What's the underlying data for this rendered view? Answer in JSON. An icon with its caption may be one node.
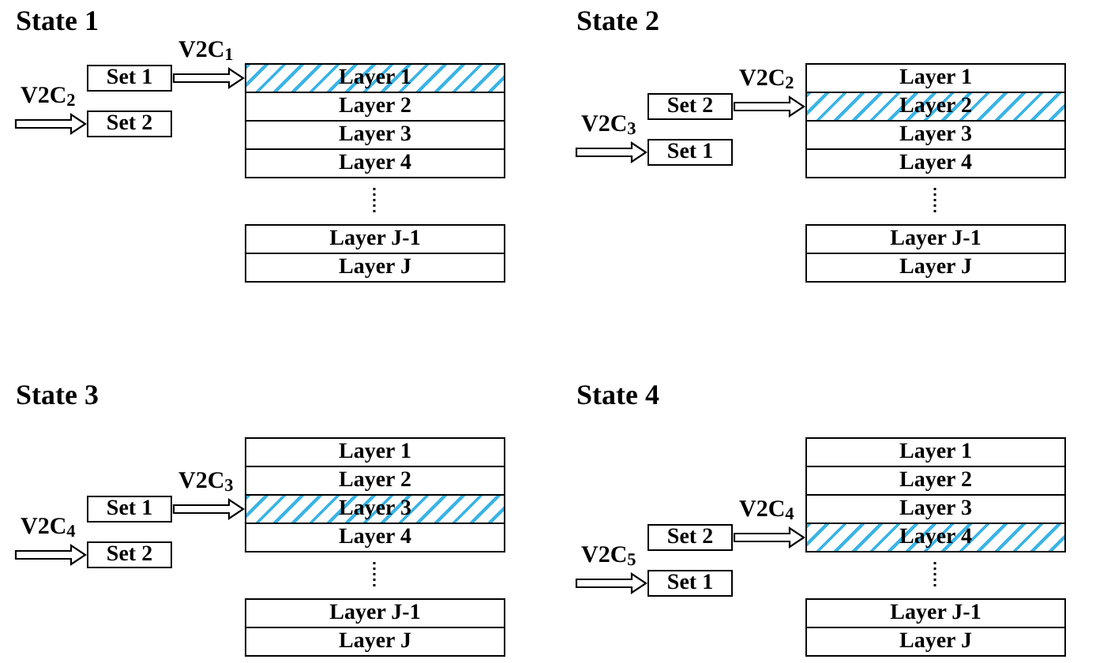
{
  "diagram": {
    "nodes": [
      {
        "text": [
          "Set 1"
        ]
      },
      {
        "text": [
          "Set 2"
        ]
      },
      {
        "text": [
          "Layer 1"
        ]
      },
      {
        "text": [
          "Layer 2"
        ]
      },
      {
        "text": [
          "Layer 3"
        ]
      },
      {
        "text": [
          "Layer 4"
        ]
      },
      {
        "text": [
          "Layer J-1"
        ]
      },
      {
        "text": [
          "Layer J"
        ]
      },
      {
        "text": [
          "Set 2"
        ]
      },
      {
        "text": [
          "Set 1"
        ]
      },
      {
        "text": [
          "Layer 1"
        ]
      },
      {
        "text": [
          "Layer 2"
        ]
      },
      {
        "text": [
          "Layer 3"
        ]
      },
      {
        "text": [
          "Layer 4"
        ]
      },
      {
        "text": [
          "Layer J-1"
        ]
      },
      {
        "text": [
          "Layer J"
        ]
      },
      {
        "text": [
          "Set 1"
        ]
      },
      {
        "text": [
          "Set 2"
        ]
      },
      {
        "text": [
          "Layer 1"
        ]
      },
      {
        "text": [
          "Layer 2"
        ]
      },
      {
        "text": [
          "Layer 3"
        ]
      },
      {
        "text": [
          "Layer 4"
        ]
      },
      {
        "text": [
          "Layer J-1"
        ]
      },
      {
        "text": [
          "Layer J"
        ]
      },
      {
        "text": [
          "Set 2"
        ]
      },
      {
        "text": [
          "Set 1"
        ]
      },
      {
        "text": [
          "Layer 1"
        ]
      },
      {
        "text": [
          "Layer 2"
        ]
      },
      {
        "text": [
          "Layer 3"
        ]
      },
      {
        "text": [
          "Layer 4"
        ]
      },
      {
        "text": [
          "Layer J-1"
        ]
      },
      {
        "text": [
          "Layer J"
        ]
      }
    ],
    "edges": [
      {
        "from": 0,
        "to": 2,
        "arrow": "to",
        "label": "V2C$_{1}$"
      },
      {
        "from": null,
        "to": 1,
        "arrow": "to",
        "label": "V2C$_{2}$"
      },
      {
        "from": 8,
        "to": 11,
        "arrow": "to",
        "label": "V2C$_{2}$"
      },
      {
        "from": null,
        "to": 9,
        "arrow": "to",
        "label": "V2C$_{3}$"
      },
      {
        "from": 16,
        "to": 20,
        "arrow": "to",
        "label": "V2C$_{3}$"
      },
      {
        "from": null,
        "to": 17,
        "arrow": "to",
        "label": "V2C$_{4}$"
      },
      {
        "from": 24,
        "to": 29,
        "arrow": "to",
        "label": "V2C$_{4}$"
      },
      {
        "from": null,
        "to": 25,
        "arrow": "to",
        "label": "V2C$_{5}$"
      }
    ],
    "labels": [
      "State 1",
      "State 2",
      "State 3",
      "State 4"
    ]
  }
}
